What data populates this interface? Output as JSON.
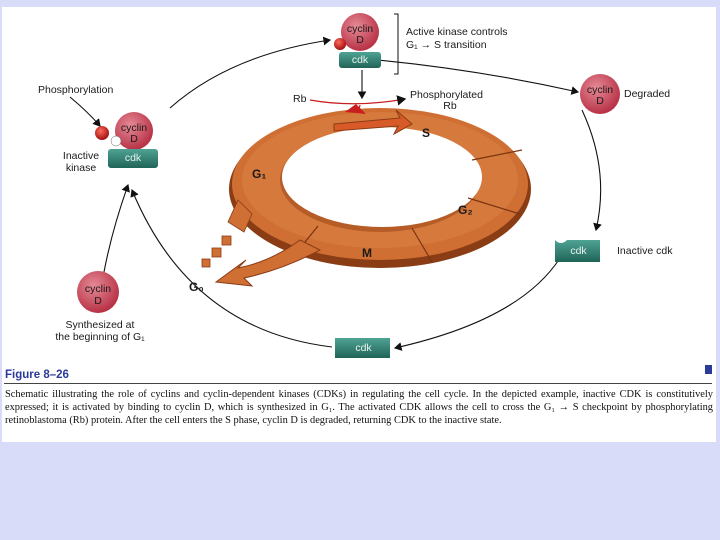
{
  "labels": {
    "cyclin": "cyclin",
    "d": "D",
    "cdk": "cdk",
    "active_kinase_line1": "Active kinase controls",
    "active_kinase_line2": "G₁ → S transition",
    "phosphorylation": "Phosphorylation",
    "inactive_kinase_line1": "Inactive",
    "inactive_kinase_line2": "kinase",
    "rb": "Rb",
    "phosphorylated_line1": "Phosphorylated",
    "phosphorylated_line2": "Rb",
    "degraded": "Degraded",
    "inactive_cdk": "Inactive cdk",
    "synthesized_line1": "Synthesized at",
    "synthesized_line2": "the beginning of G₁"
  },
  "phases": {
    "s": "S",
    "g1": "G₁",
    "g2": "G₂",
    "m": "M",
    "g0": "G₀"
  },
  "caption": {
    "title": "Figure 8–26",
    "text": "Schematic illustrating the role of cyclins and cyclin-dependent kinases (CDKs) in regulating the cell cycle. In the depicted example, inactive CDK is constitutively expressed; it is activated by binding to cyclin D, which is synthesized in G₁. The activated CDK allows the cell to cross the G₁ → S checkpoint by phosphorylating retinoblastoma (Rb) protein. After the cell enters the S phase, cyclin D is degraded, returning CDK to the inactive state."
  },
  "colors": {
    "background": "#d8dcf8",
    "cyclin_pink": "#c9485a",
    "cdk_teal": "#2a7a6c",
    "ring_orange": "#c9682f",
    "phosphate_red": "#c81e1e",
    "caption_blue": "#2a3a9a"
  }
}
